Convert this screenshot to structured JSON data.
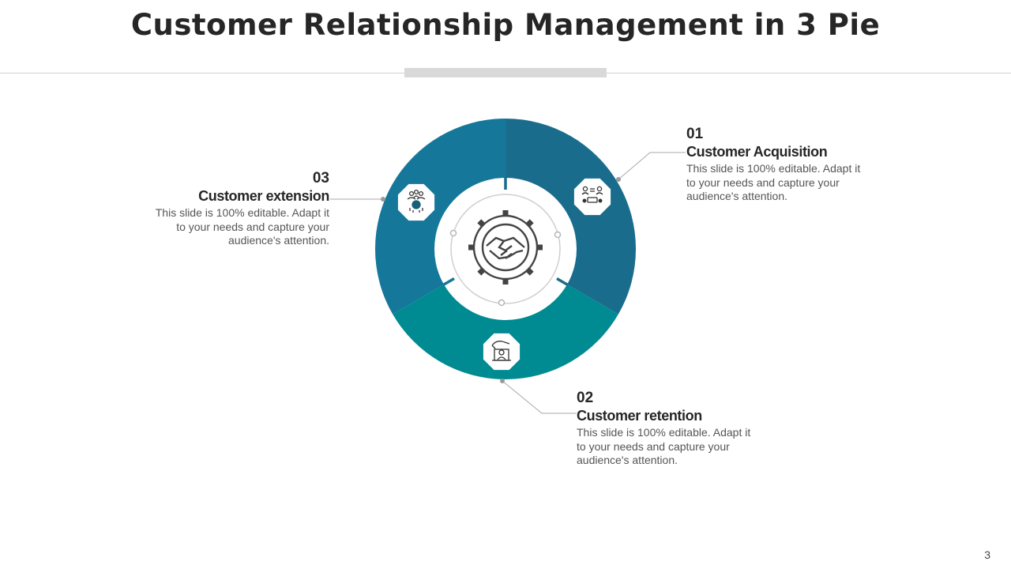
{
  "title": "Customer Relationship Management in 3 Pie",
  "page_number": "3",
  "colors": {
    "segment_1": "#1a6c8d",
    "segment_2": "#008a92",
    "segment_3": "#15779a",
    "connector": "#a8a8a8"
  },
  "segments": [
    {
      "number": "01",
      "heading": "Customer Acquisition",
      "description": "This slide is 100% editable. Adapt it to your needs and capture your audience's attention.",
      "icon": "team-icon"
    },
    {
      "number": "02",
      "heading": "Customer retention",
      "description": "This slide is 100% editable. Adapt it to your needs and capture your audience's attention.",
      "icon": "customer-hand-icon"
    },
    {
      "number": "03",
      "heading": "Customer extension",
      "description": "This slide is 100% editable. Adapt it to your needs and capture your audience's attention.",
      "icon": "group-icon"
    }
  ],
  "center_icon": "handshake-gear-icon"
}
